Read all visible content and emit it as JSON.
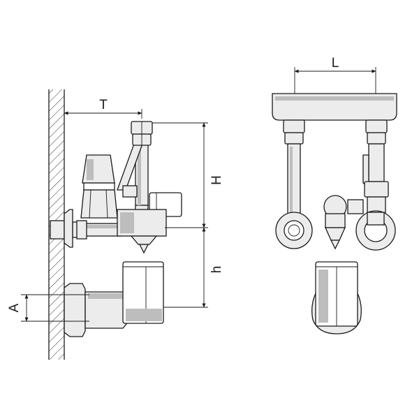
{
  "dimension_labels": {
    "T": "T",
    "H": "H",
    "h": "h",
    "A": "A",
    "L": "L"
  }
}
